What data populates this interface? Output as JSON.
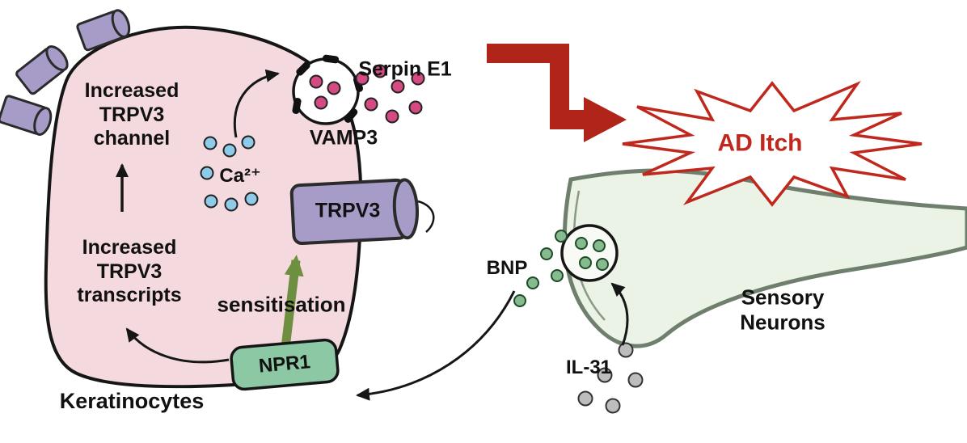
{
  "keratinocyte": {
    "label": "Keratinocytes",
    "increased_channel": "Increased\nTRPV3\nchannel",
    "increased_transcripts": "Increased\nTRPV3\ntranscripts",
    "ca": "Ca²⁺",
    "trpv3": "TRPV3",
    "npr1": "NPR1",
    "sensitisation": "sensitisation",
    "serpin_e1": "Serpin E1",
    "vamp3": "VAMP3"
  },
  "neuron": {
    "label": "Sensory\nNeurons",
    "bnp": "BNP",
    "il31": "IL-31"
  },
  "itch": {
    "label": "AD Itch"
  },
  "colors": {
    "cell_fill": "#f4d9de",
    "cell_stroke": "#161616",
    "channel_purple": "#a79bc8",
    "ca_blue": "#8ecbe8",
    "serpin_pink": "#d64a84",
    "npr1_green": "#8dc8a5",
    "sensitise_olive": "#6d8f3f",
    "arrow_red": "#b02419",
    "starburst_red": "#c0281e",
    "itch_text": "#c0281e",
    "neuron_fill": "#eaf3e6",
    "neuron_stroke": "#6f7f6d",
    "bnp_green": "#85bb8f",
    "il31_gray": "#bdbdbd"
  }
}
